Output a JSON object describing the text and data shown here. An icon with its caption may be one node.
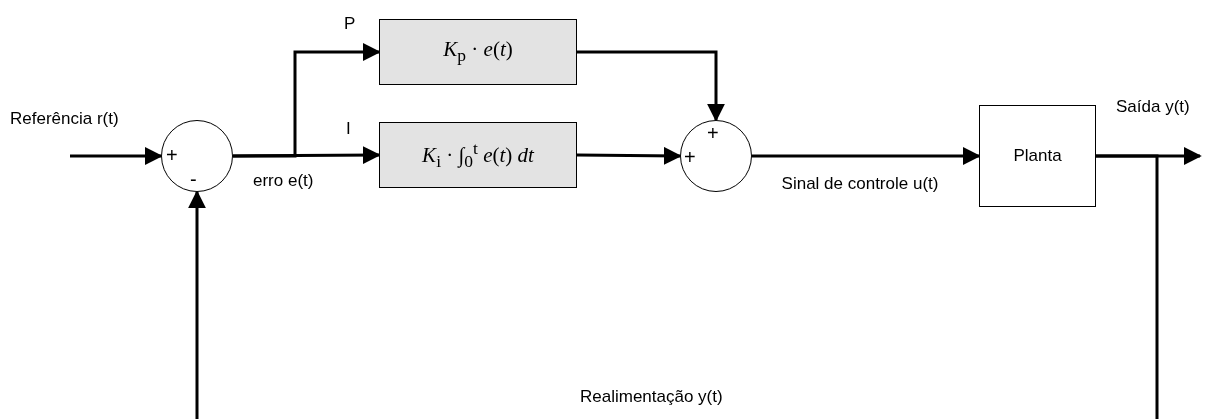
{
  "diagram": {
    "nodes": [
      {
        "text": [
          "+",
          "-"
        ]
      },
      {
        "text": [
          "*K*$_{p}$ · *e*(*t*)"
        ]
      },
      {
        "text": [
          "*K*$_{i}$ · ∫$_{0}$$^{t}$ *e*(*t*) *dt*"
        ]
      },
      {
        "text": [
          "+",
          "+"
        ]
      },
      {
        "text": [
          "Planta"
        ]
      }
    ],
    "edges": [
      {
        "from": null,
        "to": 0,
        "arrow": "to",
        "label": "Referência r(t)"
      },
      {
        "from": 0,
        "to": 1,
        "arrow": "to",
        "label": "P"
      },
      {
        "from": 0,
        "to": 2,
        "arrow": "to",
        "label": "I"
      },
      {
        "from": 1,
        "to": 3,
        "arrow": "to"
      },
      {
        "from": 2,
        "to": 3,
        "arrow": "to"
      },
      {
        "from": 3,
        "to": 4,
        "arrow": "to",
        "label": "Sinal de controle u(t)"
      },
      {
        "from": 4,
        "to": null,
        "arrow": "to",
        "label": "Saída y(t)"
      },
      {
        "from": 4,
        "to": 0,
        "arrow": "to",
        "label": "Realimentação y(t)"
      }
    ],
    "labels": [
      "erro e(t)"
    ]
  }
}
